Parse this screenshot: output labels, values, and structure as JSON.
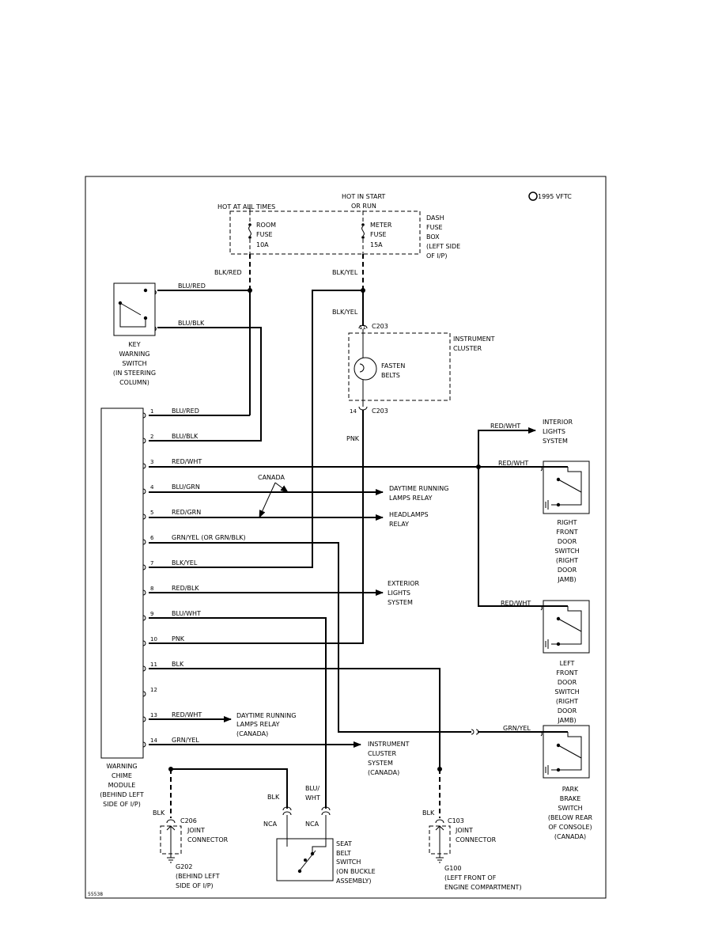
{
  "copyright": "1995 VFTC",
  "code": "55538",
  "power": {
    "hot_at_all_times": "HOT AT ALL TIMES",
    "hot_start_1": "HOT IN START",
    "hot_start_2": "OR RUN"
  },
  "fuse_box": {
    "room_fuse": [
      "ROOM",
      "FUSE",
      "10A"
    ],
    "meter_fuse": [
      "METER",
      "FUSE",
      "15A"
    ],
    "label": [
      "DASH",
      "FUSE",
      "BOX",
      "(LEFT SIDE",
      "OF I/P)"
    ]
  },
  "key_switch": [
    "KEY",
    "WARNING",
    "SWITCH",
    "(IN STEERING",
    "COLUMN)"
  ],
  "cluster": {
    "label": [
      "INSTRUMENT",
      "CLUSTER"
    ],
    "fasten": [
      "FASTEN",
      "BELTS"
    ],
    "c203": "C203",
    "pin_top": "11",
    "pin_bottom": "14"
  },
  "wires": {
    "blk_red": "BLK/RED",
    "blk_yel": "BLK/YEL",
    "blu_red": "BLU/RED",
    "blu_blk": "BLU/BLK",
    "pnk": "PNK",
    "red_wht": "RED/WHT",
    "grn_yel": "GRN/YEL",
    "blk": "BLK",
    "blu_wht": [
      "BLU/",
      "WHT"
    ],
    "nca": "NCA",
    "canada": "CANADA"
  },
  "module": {
    "label": [
      "WARNING",
      "CHIME",
      "MODULE",
      "(BEHIND LEFT",
      "SIDE OF I/P)"
    ],
    "pins": [
      {
        "n": "1",
        "wire": "BLU/RED"
      },
      {
        "n": "2",
        "wire": "BLU/BLK"
      },
      {
        "n": "3",
        "wire": "RED/WHT"
      },
      {
        "n": "4",
        "wire": "BLU/GRN"
      },
      {
        "n": "5",
        "wire": "RED/GRN"
      },
      {
        "n": "6",
        "wire": "GRN/YEL (OR GRN/BLK)"
      },
      {
        "n": "7",
        "wire": "BLK/YEL"
      },
      {
        "n": "8",
        "wire": "RED/BLK"
      },
      {
        "n": "9",
        "wire": "BLU/WHT"
      },
      {
        "n": "10",
        "wire": "PNK"
      },
      {
        "n": "11",
        "wire": "BLK"
      },
      {
        "n": "12",
        "wire": ""
      },
      {
        "n": "13",
        "wire": "RED/WHT"
      },
      {
        "n": "14",
        "wire": "GRN/YEL"
      }
    ]
  },
  "destinations": {
    "drl_relay": [
      "DAYTIME RUNNING",
      "LAMPS RELAY"
    ],
    "headlamps": [
      "HEADLAMPS",
      "RELAY"
    ],
    "exterior": [
      "EXTERIOR",
      "LIGHTS",
      "SYSTEM"
    ],
    "drl_canada": [
      "DAYTIME RUNNING",
      "LAMPS RELAY",
      "(CANADA)"
    ],
    "cluster_canada": [
      "INSTRUMENT",
      "CLUSTER",
      "SYSTEM",
      "(CANADA)"
    ],
    "interior": [
      "INTERIOR",
      "LIGHTS",
      "SYSTEM"
    ]
  },
  "right_door": [
    "RIGHT",
    "FRONT",
    "DOOR",
    "SWITCH",
    "(RIGHT",
    "DOOR",
    "JAMB)"
  ],
  "left_door": [
    "LEFT",
    "FRONT",
    "DOOR",
    "SWITCH",
    "(RIGHT",
    "DOOR",
    "JAMB)"
  ],
  "park_brake": [
    "PARK",
    "BRAKE",
    "SWITCH",
    "(BELOW REAR",
    "OF CONSOLE)",
    "(CANADA)"
  ],
  "seat_belt": [
    "SEAT",
    "BELT",
    "SWITCH",
    "(ON BUCKLE",
    "ASSEMBLY)"
  ],
  "joint_left": {
    "conn": "C206",
    "label": [
      "JOINT",
      "CONNECTOR"
    ],
    "ground": "G202",
    "ground_loc": [
      "(BEHIND LEFT",
      "SIDE OF I/P)"
    ]
  },
  "joint_right": {
    "conn": "C103",
    "label": [
      "JOINT",
      "CONNECTOR"
    ],
    "ground": "G100",
    "ground_loc": [
      "(LEFT FRONT OF",
      "ENGINE COMPARTMENT)"
    ]
  }
}
